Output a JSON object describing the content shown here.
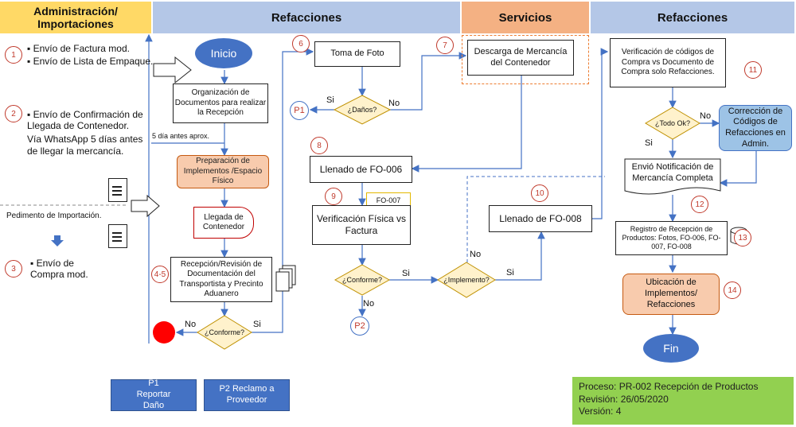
{
  "headers": {
    "admin": "Administración/ Importaciones",
    "refacciones_1": "Refacciones",
    "servicios": "Servicios",
    "refacciones_2": "Refacciones"
  },
  "admin": {
    "step1_items": [
      "Envío de Factura mod.",
      "Envío de Lista de Empaque."
    ],
    "step2_item": "Envío de Confirmación de Llegada de Contenedor.",
    "step2_note": "Vía WhatsApp 5 días antes de llegar la mercancía.",
    "days_note": "5 día antes aprox.",
    "pedimento": "Pedimento de Importación.",
    "step3_item": "Envío de Compra mod."
  },
  "nodes": {
    "inicio": "Inicio",
    "organizacion": "Organización de Documentos para realizar la Recepción",
    "preparacion": "Preparación de Implementos /Espacio Físico",
    "llegada": "Llegada de Contenedor",
    "recepcion": "Recepción/Revisión de Documentación del Transportista y Precinto Aduanero",
    "conforme1": "¿Conforme?",
    "toma_foto": "Toma de Foto",
    "danos": "¿Daños?",
    "llenado_fo006": "Llenado de FO-006",
    "fo007": "FO-007",
    "verificacion_fisica": "Verificación Física vs Factura",
    "conforme2": "¿Conforme?",
    "implemento": "¿Implemento?",
    "descarga": "Descarga de Mercancía del Contenedor",
    "llenado_fo008": "Llenado de FO-008",
    "verificacion_codigos": "Verificación de códigos de Compra vs Documento de Compra solo Refacciones.",
    "todo_ok": "¿Todo Ok?",
    "correccion": "Corrección de Códigos de Refacciones en Admin.",
    "envio_notificacion": "Envió Notificación de Mercancía Completa",
    "registro": "Registro de Recepción de Productos: Fotos, FO-006, FO-007, FO-008",
    "ubicacion": "Ubicación de Implementos/ Refacciones",
    "fin": "Fin"
  },
  "labels": {
    "si": "Si",
    "no": "No"
  },
  "step_numbers": {
    "n1": "1",
    "n2": "2",
    "n3": "3",
    "n45": "4-5",
    "n6": "6",
    "n7": "7",
    "n8": "8",
    "n9": "9",
    "n10": "10",
    "n11": "11",
    "n12": "12",
    "n13": "13",
    "n14": "14",
    "p1": "P1",
    "p2": "P2"
  },
  "legend": {
    "p1_button": "P1 Reportar Daño",
    "p2_button": "P2 Reclamo a Proveedor"
  },
  "process_info": {
    "proceso": "Proceso: PR-002 Recepción de Productos",
    "revision": "Revisión: 26/05/2020",
    "version": "Versión: 4"
  },
  "colors": {
    "header_admin": "#ffd966",
    "header_refacciones": "#b4c7e7",
    "header_servicios": "#f4b183",
    "terminal": "#4472c4",
    "decision": "#fff2cc",
    "orange_box": "#f8cbad",
    "correction_box": "#9dc3e6",
    "legend_button": "#4472c4",
    "process_info_bg": "#92d050",
    "stop": "#ff0000",
    "arrow": "#4472c4"
  }
}
